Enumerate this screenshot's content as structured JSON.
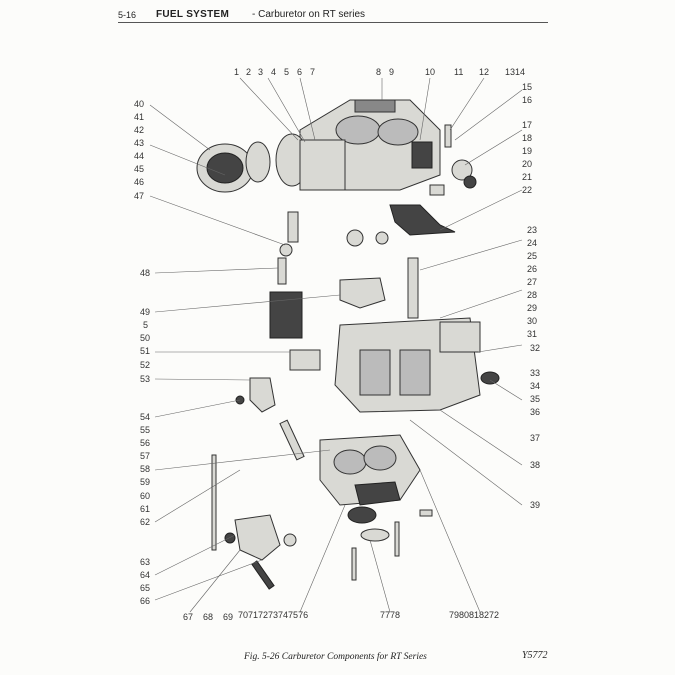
{
  "header": {
    "page_number": "5-16",
    "section": "FUEL SYSTEM",
    "subtitle": "- Carburetor on RT series"
  },
  "caption": "Fig. 5-26  Carburetor Components for RT Series",
  "figure_ref": "Y5772",
  "callouts": {
    "top": [
      "1",
      "2",
      "3",
      "4",
      "5",
      "6",
      "7",
      "8",
      "9",
      "10",
      "11",
      "12",
      "1314"
    ],
    "right": [
      "15",
      "16",
      "17",
      "18",
      "19",
      "20",
      "21",
      "22",
      "23",
      "24",
      "25",
      "26",
      "27",
      "28",
      "29",
      "30",
      "31",
      "32",
      "33",
      "34",
      "35",
      "36",
      "37",
      "38",
      "39"
    ],
    "left": [
      "40",
      "41",
      "42",
      "43",
      "44",
      "45",
      "46",
      "47",
      "48",
      "49",
      "5",
      "50",
      "51",
      "52",
      "53",
      "54",
      "55",
      "56",
      "57",
      "58",
      "59",
      "60",
      "61",
      "62",
      "63",
      "64",
      "65",
      "66"
    ],
    "bottom": [
      "67",
      "68",
      "69",
      "70717273747576",
      "7778",
      "7980818272"
    ]
  }
}
